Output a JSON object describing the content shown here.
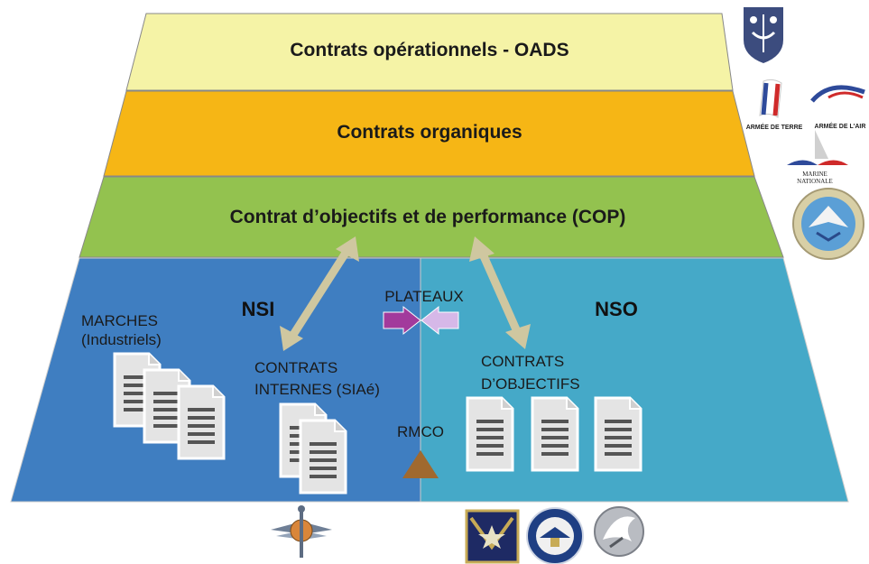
{
  "tiers": {
    "oads": {
      "label": "Contrats opérationnels - OADS",
      "color": "#f5f3a6"
    },
    "organiques": {
      "label": "Contrats organiques",
      "color": "#f6b615"
    },
    "cop": {
      "label": "Contrat d’objectifs et de performance (COP)",
      "color": "#93c24f"
    }
  },
  "zones": {
    "nsi": {
      "label": "NSI",
      "color": "#3f7ec1"
    },
    "nso": {
      "label": "NSO",
      "color": "#45a9c8"
    }
  },
  "labels": {
    "marches_line1": "MARCHES",
    "marches_line2": "(Industriels)",
    "contrats_internes_line1": "CONTRATS",
    "contrats_internes_line2": "INTERNES (SIAé)",
    "plateaux": "PLATEAUX",
    "contrats_objectifs_line1": "CONTRATS",
    "contrats_objectifs_line2": "D’OBJECTIFS",
    "rmco": "RMCO"
  },
  "emblems": {
    "marine_top": "navy-crest-icon",
    "armee_de_terre": "ARMÉE DE TERRE",
    "armee_de_l_air": "ARMÉE DE L'AIR",
    "marine_nationale_line1": "MARINE",
    "marine_nationale_line2": "NATIONALE",
    "round_seal": "round-seal-icon",
    "siae": "winged-emblem-icon",
    "bottom_badges": [
      "star-shield-icon",
      "round-blue-seal-icon",
      "eagle-disc-icon"
    ]
  },
  "colors": {
    "arrow": "#cfc7a0",
    "plateaux_left": "#a23a9c",
    "plateaux_right": "#d6b8e8",
    "rmco_triangle": "#a0692f",
    "document": "#e6e6e6"
  }
}
